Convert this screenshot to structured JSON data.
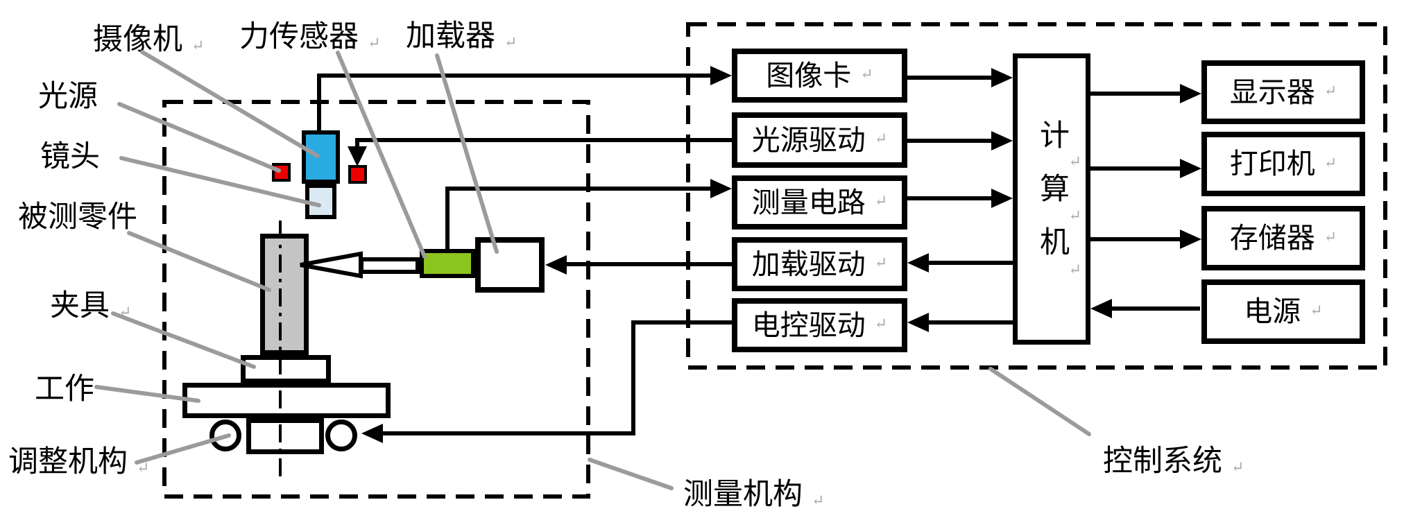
{
  "marks": {
    "return": "↵"
  },
  "colors": {
    "camera": "#29ABE2",
    "lens": "#DBE9F2",
    "red": "#EE0000",
    "green": "#8CC41F",
    "part": "#C5C5C5",
    "leader": "#9B9B9B"
  },
  "mechanism": {
    "labels": {
      "camera": {
        "text": "摄像机",
        "mark": "↵"
      },
      "force_sensor": {
        "text": "力传感器",
        "mark": "↵"
      },
      "loader": {
        "text": "加载器",
        "mark": "↵"
      },
      "light_source": {
        "text": "光源",
        "mark": ""
      },
      "lens": {
        "text": "镜头",
        "mark": ""
      },
      "measured_part": {
        "text": "被测零件",
        "mark": ""
      },
      "fixture": {
        "text": "夹具",
        "mark": "↵"
      },
      "worktable": {
        "text": "工作",
        "mark": ""
      },
      "adjuster": {
        "text": "调整机构",
        "mark": "↵"
      }
    },
    "caption": {
      "text": "测量机构",
      "mark": "↵"
    }
  },
  "control": {
    "boxes": {
      "image_card": {
        "text": "图像卡",
        "mark": "↵"
      },
      "light_drive": {
        "text": "光源驱动",
        "mark": "↵"
      },
      "measure_circuit": {
        "text": "测量电路",
        "mark": "↵"
      },
      "load_drive": {
        "text": "加载驱动",
        "mark": "↵"
      },
      "electric_drive": {
        "text": "电控驱动",
        "mark": "↵"
      },
      "computer": {
        "text": "计算机"
      },
      "display": {
        "text": "显示器",
        "mark": "↵"
      },
      "printer": {
        "text": "打印机",
        "mark": "↵"
      },
      "storage": {
        "text": "存储器",
        "mark": "↵"
      },
      "power": {
        "text": "电源",
        "mark": "↵"
      }
    },
    "caption": {
      "text": "控制系统",
      "mark": "↵"
    }
  }
}
